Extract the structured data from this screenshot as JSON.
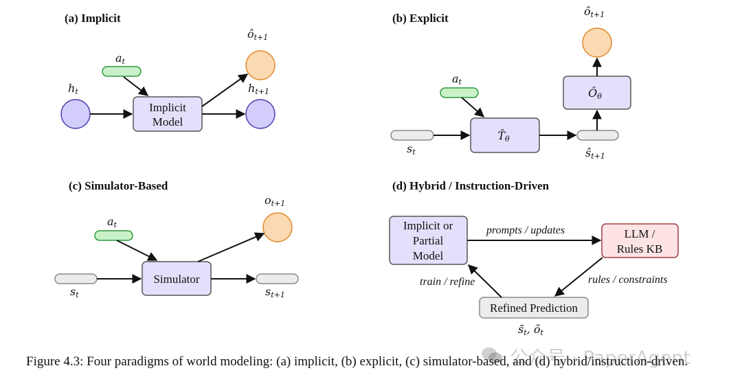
{
  "panels": {
    "a": {
      "title": "(a) Implicit",
      "box": [
        "Implicit",
        "Model"
      ]
    },
    "b": {
      "title": "(b) Explicit"
    },
    "c": {
      "title": "(c) Simulator-Based",
      "box": "Simulator"
    },
    "d": {
      "title": "(d) Hybrid / Instruction-Driven",
      "box_left": [
        "Implicit or",
        "Partial",
        "Model"
      ],
      "box_right": [
        "LLM /",
        "Rules KB"
      ],
      "box_bottom": "Refined Prediction",
      "edge_top": "prompts / updates",
      "edge_right": "rules / constraints",
      "edge_left": "train / refine"
    }
  },
  "caption": "Figure 4.3: Four paradigms of world modeling: (a) implicit, (b) explicit, (c) simulator-based, and (d) hybrid/instruction-driven.",
  "watermark": {
    "text": "公众号 · PaperAgent",
    "icon": "wechat-icon"
  },
  "colors": {
    "node_purple": "#d2cdfb",
    "node_purple_stroke": "#4b3fb0",
    "node_orange": "#fbd9b3",
    "node_orange_stroke": "#e08a2c",
    "action_green": "#c9f2c9",
    "action_green_stroke": "#2f9a3e",
    "state_gray": "#ececec",
    "state_gray_stroke": "#8a8a8a",
    "box_lavender": "#e3e0fb",
    "box_pink": "#fde3e3",
    "box_pink_stroke": "#a04040"
  }
}
